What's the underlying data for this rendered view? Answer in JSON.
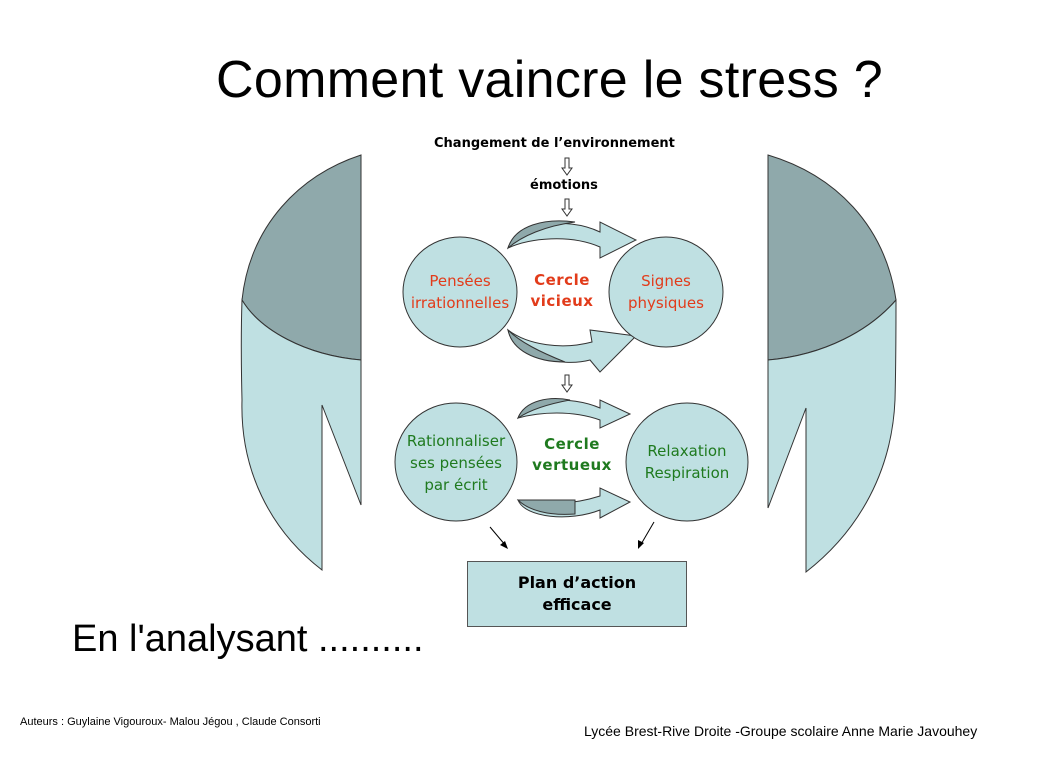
{
  "title": "Comment vaincre le stress ?",
  "top": {
    "environment": "Changement de l’environnement",
    "emotions": "émotions"
  },
  "vicious": {
    "left_lines": [
      "Pensées",
      "irrationnelles"
    ],
    "right_lines": [
      "Signes",
      "physiques"
    ],
    "center_lines": [
      "Cercle",
      "vicieux"
    ]
  },
  "virtuous": {
    "left_lines": [
      "Rationnaliser",
      "ses pensées",
      "par écrit"
    ],
    "right_lines": [
      "Relaxation",
      "Respiration"
    ],
    "center_lines": [
      "Cercle",
      "vertueux"
    ]
  },
  "plan": {
    "lines": [
      "Plan d’action",
      "efficace"
    ]
  },
  "analyse": "En l'analysant ..........",
  "footer": {
    "authors": "Auteurs : Guylaine Vigouroux- Malou Jégou , Claude Consorti",
    "school": "Lycée Brest-Rive Droite -Groupe scolaire  Anne Marie Javouhey"
  },
  "colors": {
    "circle_fill": "#bfe0e2",
    "arrow_dark": "#8fa9ab",
    "arrow_light": "#bfe0e2",
    "vicious_text": "#e23b1a",
    "virtuous_text": "#1f7a1f"
  }
}
